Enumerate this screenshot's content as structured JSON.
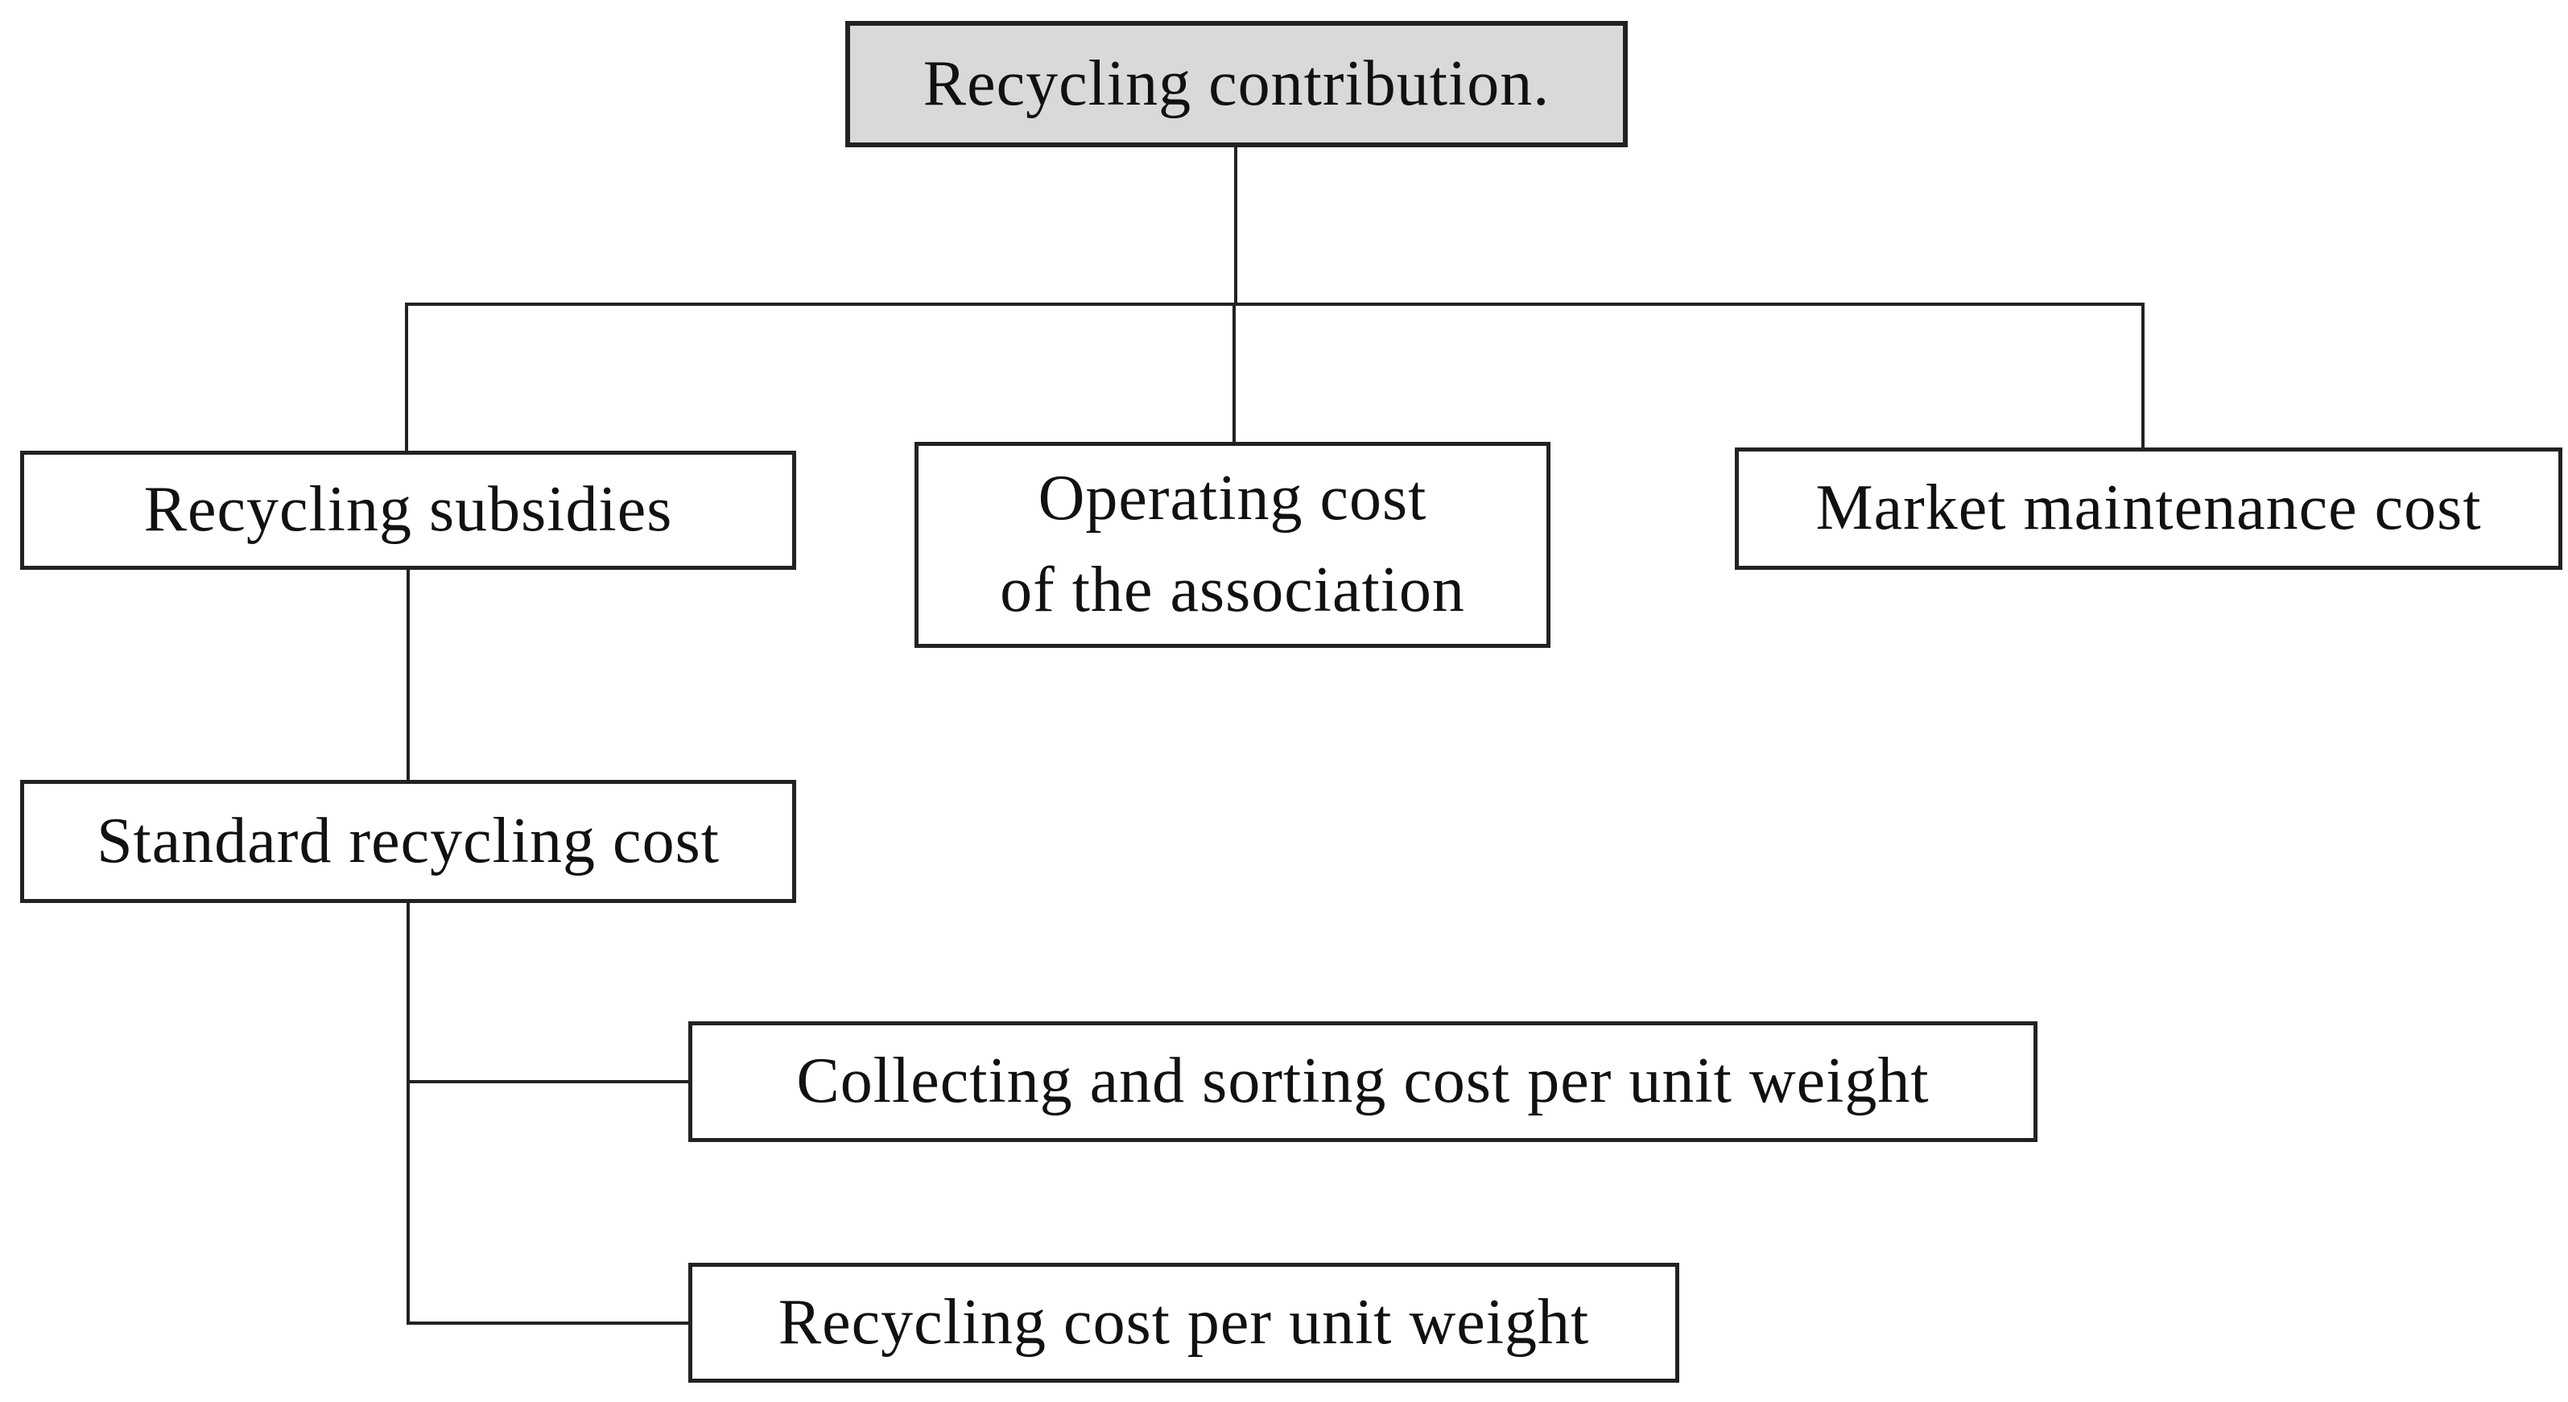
{
  "diagram": {
    "description": "Tree diagram of recycling contribution cost components",
    "colors": {
      "root_fill": "#d9d9d9",
      "node_fill": "#ffffff",
      "border": "#222222",
      "line": "#222222",
      "background": "#ffffff"
    },
    "nodes": {
      "root": {
        "label": "Recycling contribution."
      },
      "recycling_subsidies": {
        "label": "Recycling subsidies"
      },
      "operating_cost": {
        "label": "Operating cost\nof the association"
      },
      "market_maintenance": {
        "label": "Market maintenance cost"
      },
      "standard_recycling_cost": {
        "label": "Standard recycling cost"
      },
      "collecting_sorting_cost": {
        "label": "Collecting and sorting cost per unit weight"
      },
      "recycling_cost": {
        "label": "Recycling cost per unit weight"
      }
    },
    "edges": [
      {
        "from": "root",
        "to": "recycling_subsidies"
      },
      {
        "from": "root",
        "to": "operating_cost"
      },
      {
        "from": "root",
        "to": "market_maintenance"
      },
      {
        "from": "recycling_subsidies",
        "to": "standard_recycling_cost"
      },
      {
        "from": "standard_recycling_cost",
        "to": "collecting_sorting_cost"
      },
      {
        "from": "standard_recycling_cost",
        "to": "recycling_cost"
      }
    ]
  }
}
